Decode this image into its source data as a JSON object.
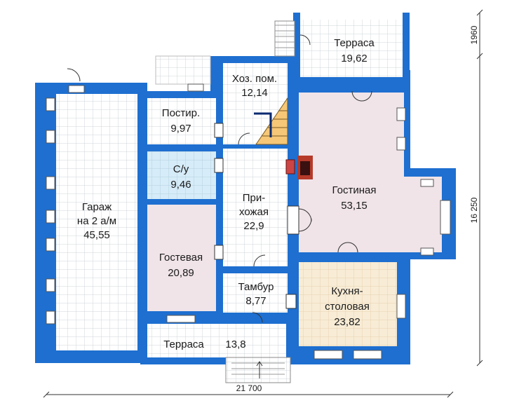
{
  "rooms": {
    "terrace_top": {
      "name": "Терраса",
      "area": "19,62"
    },
    "utility": {
      "name": "Хоз. пом.",
      "area": "12,14"
    },
    "laundry": {
      "name": "Постир.",
      "area": "9,97"
    },
    "bathroom": {
      "name": "С/у",
      "area": "9,46"
    },
    "garage": {
      "name_line1": "Гараж",
      "name_line2": "на 2 а/м",
      "area": "45,55"
    },
    "hallway": {
      "name_line1": "При-",
      "name_line2": "хожая",
      "area": "22,9"
    },
    "living": {
      "name": "Гостиная",
      "area": "53,15"
    },
    "guest": {
      "name": "Гостевая",
      "area": "20,89"
    },
    "vestibule": {
      "name": "Тамбур",
      "area": "8,77"
    },
    "kitchen": {
      "name_line1": "Кухня-",
      "name_line2": "столовая",
      "area": "23,82"
    },
    "terrace_bottom": {
      "name": "Терраса",
      "area": "13,8"
    }
  },
  "dimensions": {
    "total_width": "21 700",
    "total_height": "16 250",
    "terrace_depth": "1960"
  },
  "colors": {
    "wall": "#1e6fd0",
    "tile_floor": "#ffffff",
    "grid_line": "#cfd4da",
    "pink_floor": "#f0e4e8",
    "blue_floor": "#d6ecf8",
    "kitchen_floor": "#f8ecd6",
    "stairs": "#f5c777"
  }
}
